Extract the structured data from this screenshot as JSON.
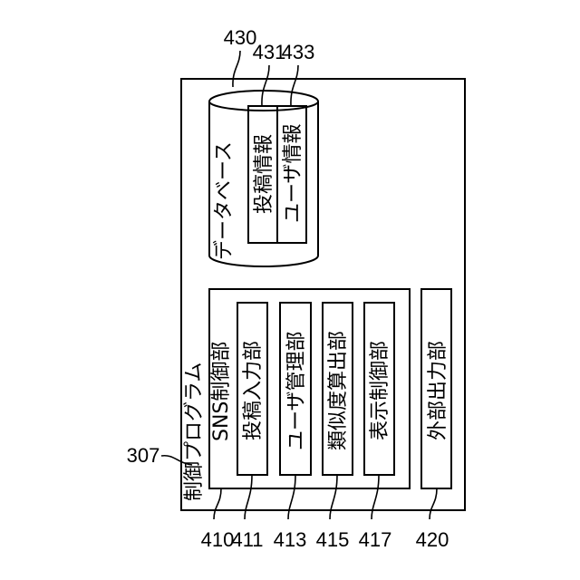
{
  "diagram": {
    "control_program": {
      "ref": "307",
      "label": "制御プログラム"
    },
    "sns_control": {
      "ref": "410",
      "label": "SNS制御部"
    },
    "modules": [
      {
        "ref": "411",
        "label": "投稿入力部"
      },
      {
        "ref": "413",
        "label": "ユーザ管理部"
      },
      {
        "ref": "415",
        "label": "類似度算出部"
      },
      {
        "ref": "417",
        "label": "表示制御部"
      }
    ],
    "external_output": {
      "ref": "420",
      "label": "外部出力部"
    },
    "database": {
      "ref": "430",
      "label": "データベース"
    },
    "db_records": [
      {
        "ref": "431",
        "label": "投稿情報"
      },
      {
        "ref": "433",
        "label": "ユーザ情報"
      }
    ]
  }
}
